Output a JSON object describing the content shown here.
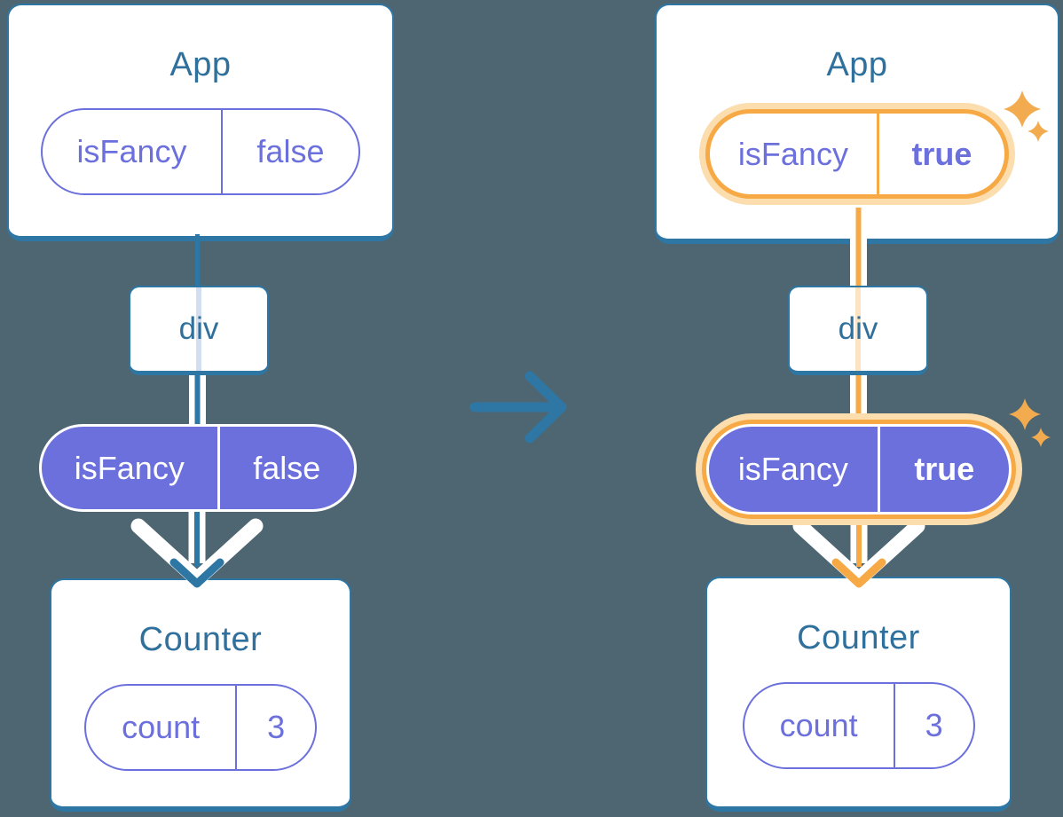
{
  "colors": {
    "background": "#4d6672",
    "teal_accent": "#2e77a5",
    "title_text": "#2f709c",
    "purple": "#6b70dc",
    "orange_highlight": "#f6a944",
    "orange_halo": "#fbddae",
    "sparkle": "#f3ab4f",
    "card_background": "#ffffff"
  },
  "transition": {
    "icon": "right-arrow-icon"
  },
  "before": {
    "app": {
      "title": "App",
      "state": {
        "key": "isFancy",
        "value": "false"
      }
    },
    "container": {
      "label": "div"
    },
    "prop": {
      "key": "isFancy",
      "value": "false"
    },
    "counter": {
      "title": "Counter",
      "state": {
        "key": "count",
        "value": "3"
      }
    }
  },
  "after": {
    "app": {
      "title": "App",
      "state": {
        "key": "isFancy",
        "value": "true"
      }
    },
    "container": {
      "label": "div"
    },
    "prop": {
      "key": "isFancy",
      "value": "true"
    },
    "counter": {
      "title": "Counter",
      "state": {
        "key": "count",
        "value": "3"
      }
    }
  }
}
